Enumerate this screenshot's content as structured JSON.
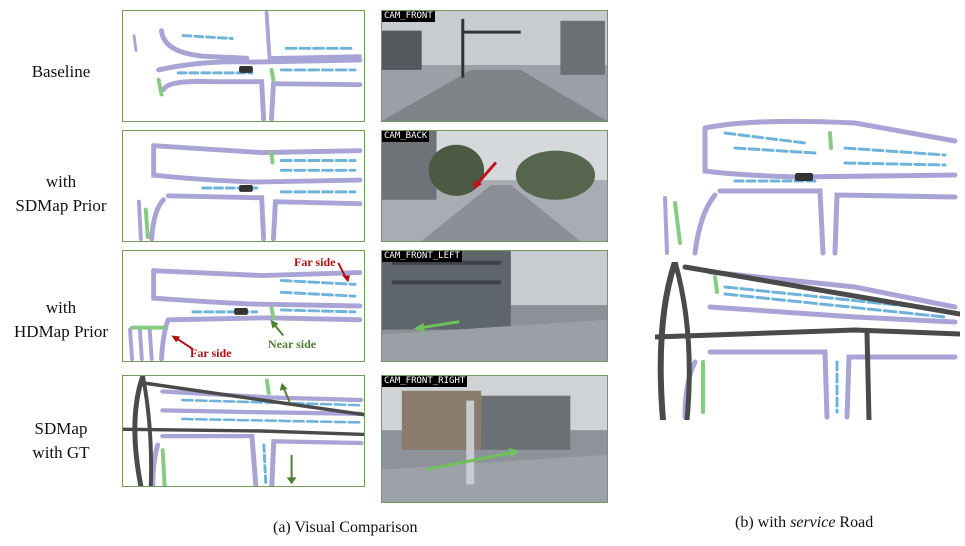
{
  "rows": [
    {
      "label_lines": [
        "Baseline"
      ],
      "camera": "CAM_FRONT"
    },
    {
      "label_lines": [
        "with",
        "SDMap Prior"
      ],
      "camera": "CAM_BACK"
    },
    {
      "label_lines": [
        "with",
        "HDMap Prior"
      ],
      "camera": "CAM_FRONT_LEFT"
    },
    {
      "label_lines": [
        "SDMap",
        "with GT"
      ],
      "camera": "CAM_FRONT_RIGHT"
    }
  ],
  "annotations": {
    "far_side_top": "Far side",
    "far_side_bottom": "Far side",
    "near_side": "Near side"
  },
  "captions": {
    "left": "(a) Visual Comparison",
    "right_prefix": "(b) with ",
    "right_em": "service",
    "right_suffix": " Road"
  },
  "colors": {
    "road_boundary": "#a9a4d6",
    "lane_divider": "#6fb3db",
    "ped_crossing": "#86cc80",
    "sd_road": "#4a4a4a",
    "annotation_red": "#b01010",
    "annotation_green": "#4f7f2f",
    "panel_border": "#6f9a5c"
  }
}
